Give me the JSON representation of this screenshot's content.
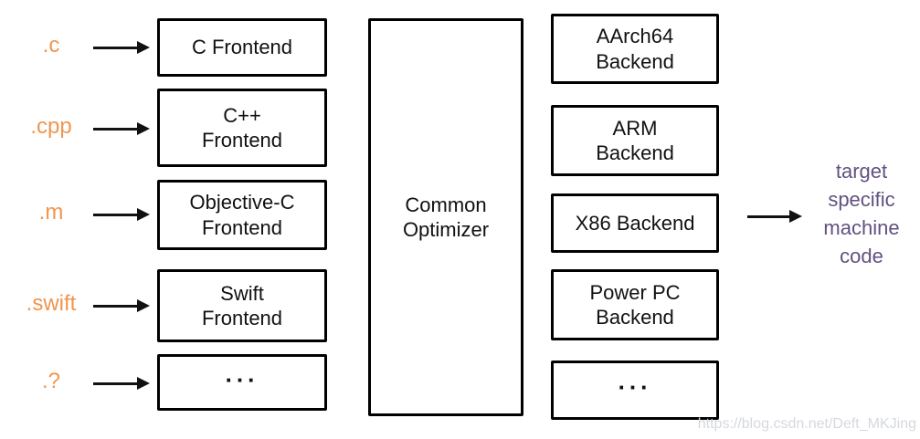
{
  "diagram": {
    "title_semantic": "compiler pipeline diagram",
    "inputs": [
      {
        "label": ".c"
      },
      {
        "label": ".cpp"
      },
      {
        "label": ".m"
      },
      {
        "label": ".swift"
      },
      {
        "label": ".?"
      }
    ],
    "frontends": [
      {
        "label": "C Frontend"
      },
      {
        "label": "C++\nFrontend"
      },
      {
        "label": "Objective-C\nFrontend"
      },
      {
        "label": "Swift\nFrontend"
      },
      {
        "label": "..."
      }
    ],
    "optimizer": {
      "label": "Common\nOptimizer"
    },
    "backends": [
      {
        "label": "AArch64\nBackend"
      },
      {
        "label": "ARM\nBackend"
      },
      {
        "label": "X86 Backend"
      },
      {
        "label": "Power PC\nBackend"
      },
      {
        "label": "..."
      }
    ],
    "output": {
      "label": "target\nspecific\nmachine\ncode"
    },
    "watermark": "https://blog.csdn.net/Deft_MKJing",
    "colors": {
      "input_label": "#F0964F",
      "output_label": "#615181",
      "box_border": "#000000",
      "arrow": "#111111",
      "watermark": "#D5D8DF",
      "background": "#FFFFFF"
    }
  }
}
